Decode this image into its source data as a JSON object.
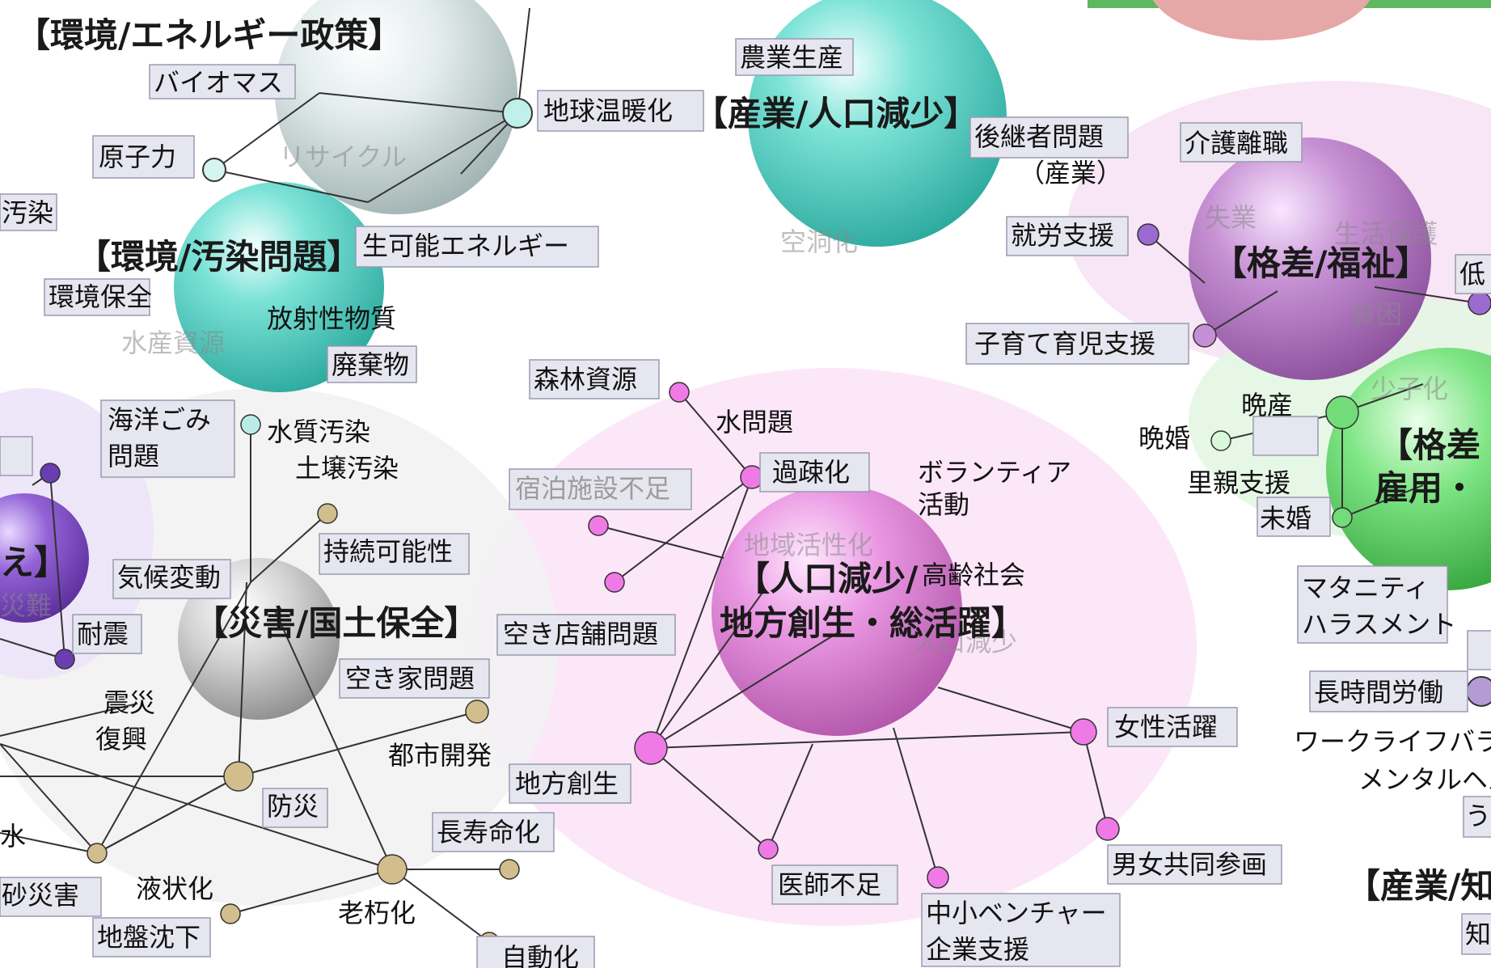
{
  "colors": {
    "teal_sphere": "#5fd3c8",
    "white_sphere": "#d9e4e4",
    "pink_sphere": "#e08ad8",
    "violet_sphere": "#b57cc4",
    "green_sphere": "#66d96e",
    "purple_sphere": "#8a55c9",
    "grey_sphere": "#c9c9c9",
    "pink_node": "#ef7ae6",
    "tan_node": "#d2bd8c",
    "purple_node": "#9a6ad0",
    "green_node": "#72dc78",
    "teal_node": "#7fd9cf",
    "label_box": "#e6e6f0"
  },
  "clusters": {
    "env_energy": "【環境/エネルギー政策】",
    "industry_pop": "【産業/人口減少】",
    "env_pollution": "【環境/汚染問題】",
    "inequality_welfare": "【格差/福祉】",
    "disaster": "【災害/国土保全】",
    "pop_decline_1": "【人口減少/",
    "pop_decline_2": "地方創生・総活躍】",
    "inequality_employment_1": "【格差",
    "inequality_employment_2": "雇用・",
    "industry_knowledge": "【産業/知",
    "left_edge_fragment": "え】"
  },
  "labels": {
    "biomass": "バイオマス",
    "nuclear": "原子力",
    "pollution_frag": "汚染",
    "recycle": "リサイクル",
    "global_warming": "地球温暖化",
    "renewable": "生可能エネルギー",
    "env_conservation": "環境保全",
    "marine_resources": "水産資源",
    "radioactive": "放射性物質",
    "waste": "廃棄物",
    "marine_garbage_1": "海洋ごみ",
    "marine_garbage_2": "問題",
    "water_soil_1": "水質汚染",
    "water_soil_2": "土壌汚染",
    "agri_production": "農業生産",
    "successor_1": "後継者問題",
    "successor_2": "（産業）",
    "vacancy": "空洞化",
    "nursing_care": "介護離職",
    "unemployment": "失業",
    "employment_support": "就労支援",
    "livelihood": "生活保護",
    "poverty": "貧困",
    "childcare": "子育て育児支援",
    "low_frag": "低",
    "forest": "森林資源",
    "water_issue": "水問題",
    "depopulation": "過疎化",
    "lodging": "宿泊施設不足",
    "volunteer_1": "ボランティア",
    "volunteer_2": "活動",
    "regional_revival": "地域活性化",
    "aging_society": "高齢社会",
    "pop_decrease": "人口減少",
    "vacant_shops": "空き店舗問題",
    "vacant_houses": "空き家問題",
    "regional_creation": "地方創生",
    "urban_dev": "都市開発",
    "longevity": "長寿命化",
    "doctor_shortage": "医師不足",
    "sme_1": "中小ベンチャー",
    "sme_2": "企業支援",
    "women": "女性活躍",
    "gender_equality": "男女共同参画",
    "late_birth": "晩産",
    "late_marriage": "晩婚",
    "foster": "里親支援",
    "unmarried": "未婚",
    "low_birthrate": "少子化",
    "maternity_1": "マタニティ",
    "maternity_2": "ハラスメント",
    "long_hours": "長時間労働",
    "work_life": "ワークライフバラ",
    "mental": "メンタルヘル",
    "u_frag": "う",
    "knowledge_frag": "知的",
    "climate": "気候変動",
    "sustainability": "持続可能性",
    "earthquake_resist": "耐震",
    "quake_1": "震災",
    "quake_2": "復興",
    "disaster_prevention": "防災",
    "sediment": "砂災害",
    "liquefaction": "液状化",
    "subsidence": "地盤沈下",
    "aging_infra": "老朽化",
    "automation": "自動化",
    "water_frag": "水",
    "disaster_frag": "災難"
  }
}
